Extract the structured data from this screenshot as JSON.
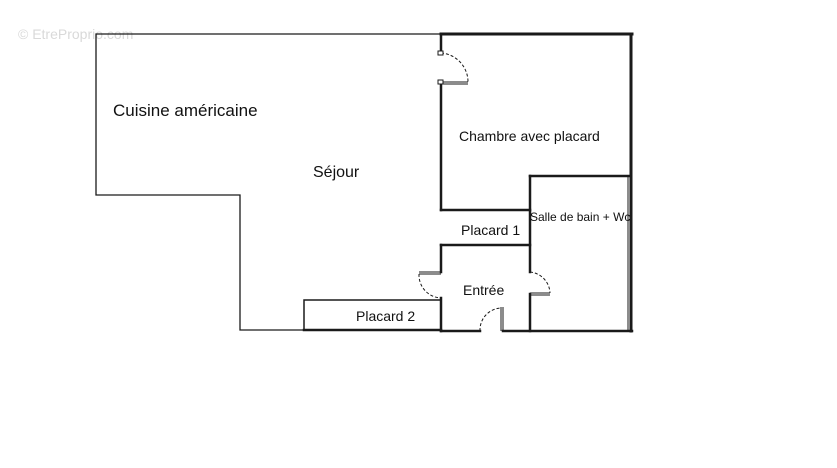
{
  "watermark": "© EtreProprio.com",
  "rooms": {
    "cuisine": "Cuisine américaine",
    "sejour": "Séjour",
    "chambre": "Chambre avec placard",
    "salle_de_bain": "Salle de bain + Wc",
    "placard1": "Placard 1",
    "entree": "Entrée",
    "placard2": "Placard 2"
  },
  "colors": {
    "wall": "#1a1a1a",
    "background": "#ffffff",
    "watermark": "#d9d9d9"
  }
}
